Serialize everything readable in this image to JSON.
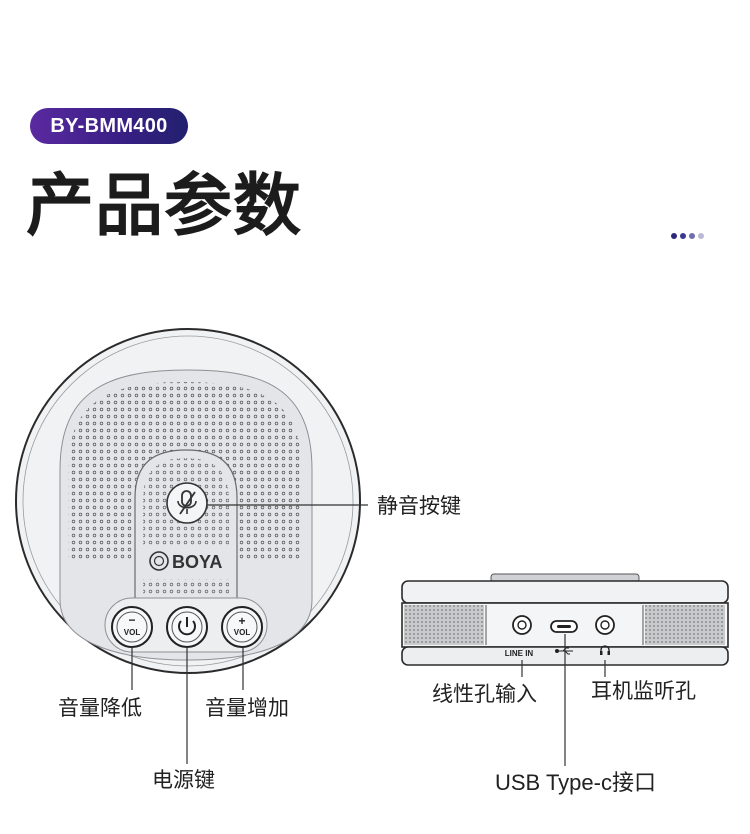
{
  "header": {
    "model_badge": "BY-BMM400",
    "title": "产品参数"
  },
  "pager": {
    "dot_colors": [
      "#2c2a78",
      "#3b3a8c",
      "#6f6fb0",
      "#b9b9d6"
    ]
  },
  "device_top": {
    "brand_text": "BOYA",
    "vol_down_symbol": "−",
    "vol_up_symbol": "+",
    "vol_text": "VOL",
    "mute_icon": "mic-off-icon",
    "power_icon": "power-icon"
  },
  "device_side": {
    "line_in_text": "LINE IN",
    "usb_icon": "usb-icon",
    "headphone_icon": "headphone-icon"
  },
  "callouts": {
    "mute": "静音按键",
    "vol_down": "音量降低",
    "vol_up": "音量增加",
    "power": "电源键",
    "line_in": "线性孔输入",
    "headphone": "耳机监听孔",
    "usb": "USB Type-c接口"
  },
  "colors": {
    "badge_start": "#5a2aa0",
    "badge_end": "#22206e",
    "device_body": "#f1f2f4",
    "device_panel": "#dfe1e4",
    "device_outline": "#2b2b2b"
  }
}
